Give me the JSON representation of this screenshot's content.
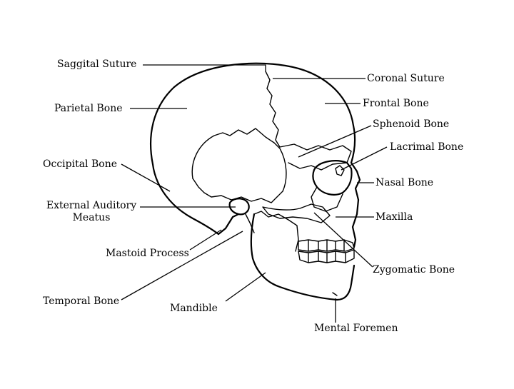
{
  "labels": {
    "saggital_suture": "Saggital Suture",
    "coronal_suture": "Coronal Suture",
    "parietal_bone": "Parietal Bone",
    "frontal_bone": "Frontal Bone",
    "sphenoid_bone": "Sphenoid Bone",
    "lacrimal_bone": "Lacrimal Bone",
    "occipital_bone": "Occipital Bone",
    "nasal_bone": "Nasal Bone",
    "external_auditory_line1": "External Auditory",
    "external_auditory_line2": "Meatus",
    "maxilla": "Maxilla",
    "mastoid_process": "Mastoid Process",
    "zygomatic_bone": "Zygomatic Bone",
    "temporal_bone": "Temporal Bone",
    "mandible": "Mandible",
    "mental_foramen": "Mental Foremen"
  },
  "colors": {
    "ink": "#000000",
    "background": "#ffffff"
  }
}
